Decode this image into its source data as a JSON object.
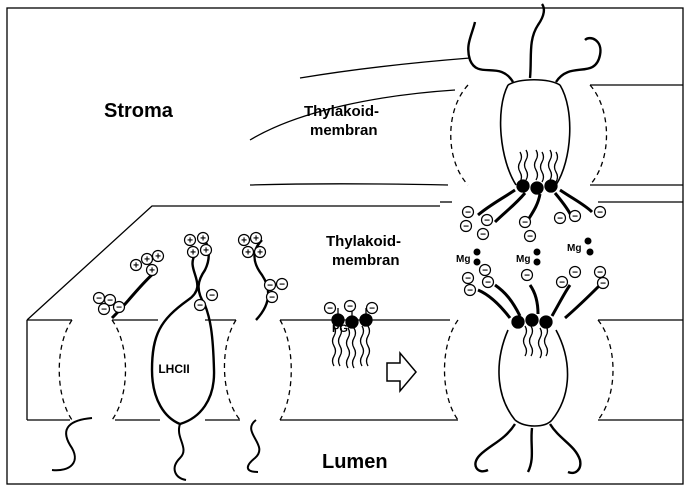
{
  "labels": {
    "stroma": "Stroma",
    "lumen": "Lumen",
    "thylakoid_upper": "Thylakoid-",
    "thylakoid_upper_2": "membran",
    "thylakoid_lower": "Thylakoid-",
    "thylakoid_lower_2": "membran",
    "lhcii": "LHCII",
    "pg": "PG",
    "mg_left": "Mg",
    "mg_center": "Mg",
    "mg_right": "Mg"
  },
  "charge_symbols": {
    "positive": "+",
    "negative": "−"
  },
  "colors": {
    "ink": "#000000",
    "paper": "#ffffff"
  }
}
